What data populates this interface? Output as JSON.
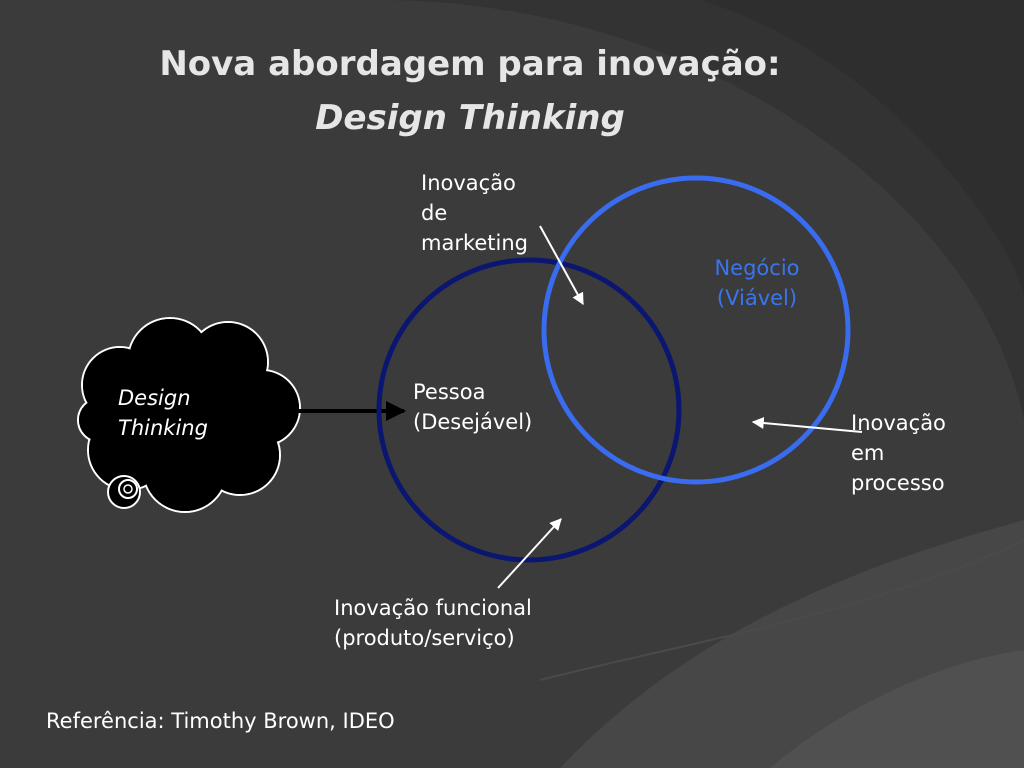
{
  "title": {
    "line1": "Nova abordagem para inovação:",
    "line2": "Design Thinking"
  },
  "cloud": {
    "line1": "Design",
    "line2": "Thinking"
  },
  "circles": {
    "people": {
      "line1": "Pessoa",
      "line2": "(Desejável)",
      "color": "#0b1670"
    },
    "business": {
      "line1": "Negócio",
      "line2": "(Viável)",
      "color": "#3a6cf0"
    }
  },
  "annotations": {
    "marketing": [
      "Inovação",
      "de",
      "marketing"
    ],
    "process": [
      "Inovação",
      "em",
      "processo"
    ],
    "functional": [
      "Inovação funcional",
      "(produto/serviço)"
    ]
  },
  "reference": "Referência: Timothy Brown, IDEO"
}
